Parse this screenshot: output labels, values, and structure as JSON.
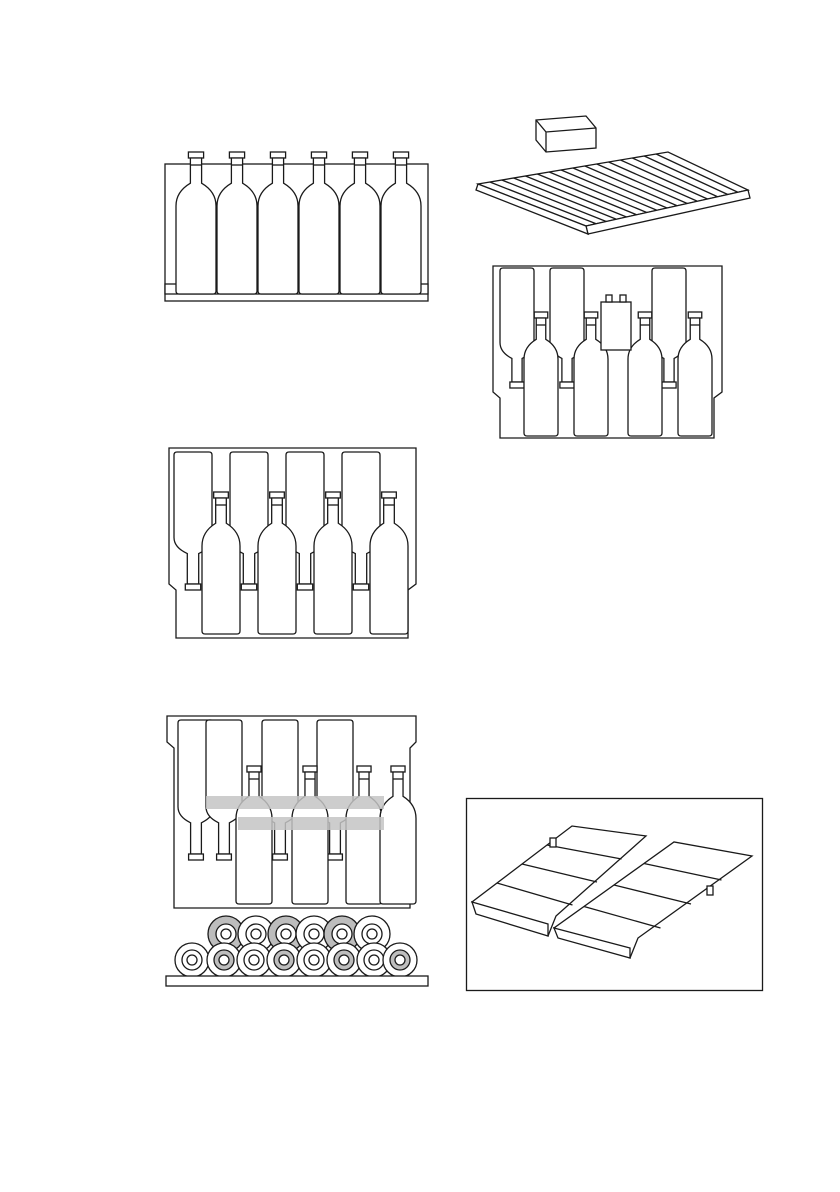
{
  "figures": [
    {
      "id": "fig-upright-rack",
      "icon": "bottles-upright-illustration"
    },
    {
      "id": "fig-shelf-with-box",
      "icon": "wire-shelf-with-storage-box-illustration"
    },
    {
      "id": "fig-mixed-with-box",
      "icon": "bottles-alternating-with-box-illustration"
    },
    {
      "id": "fig-alternating-rack",
      "icon": "bottles-alternating-illustration"
    },
    {
      "id": "fig-stacked-rack",
      "icon": "bottles-stacked-with-end-view-illustration"
    },
    {
      "id": "fig-shelf-inserts",
      "icon": "wavy-shelf-inserts-illustration"
    }
  ],
  "colors": {
    "line": "#1a1a1a",
    "shade": "#bdbdbd",
    "background": "#ffffff"
  }
}
